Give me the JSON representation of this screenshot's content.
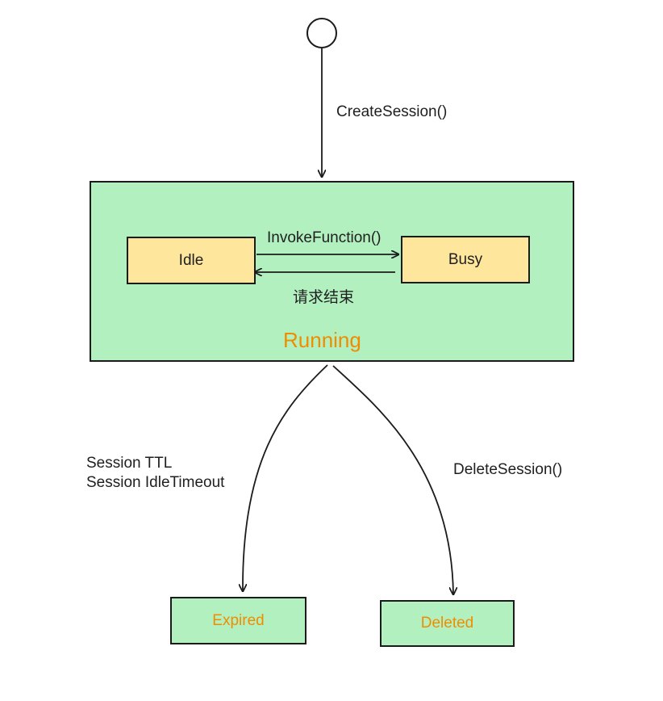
{
  "colors": {
    "outer_fill": "#b2f0c0",
    "inner_fill": "#fee69c",
    "accent": "#f08c00",
    "stroke": "#1b1b1b"
  },
  "states": {
    "running": "Running",
    "idle": "Idle",
    "busy": "Busy",
    "expired": "Expired",
    "deleted": "Deleted"
  },
  "transitions": {
    "create": "CreateSession()",
    "invoke": "InvokeFunction()",
    "request_end": "请求结束",
    "ttl_line1": "Session TTL",
    "ttl_line2": "Session IdleTimeout",
    "delete": "DeleteSession()"
  }
}
